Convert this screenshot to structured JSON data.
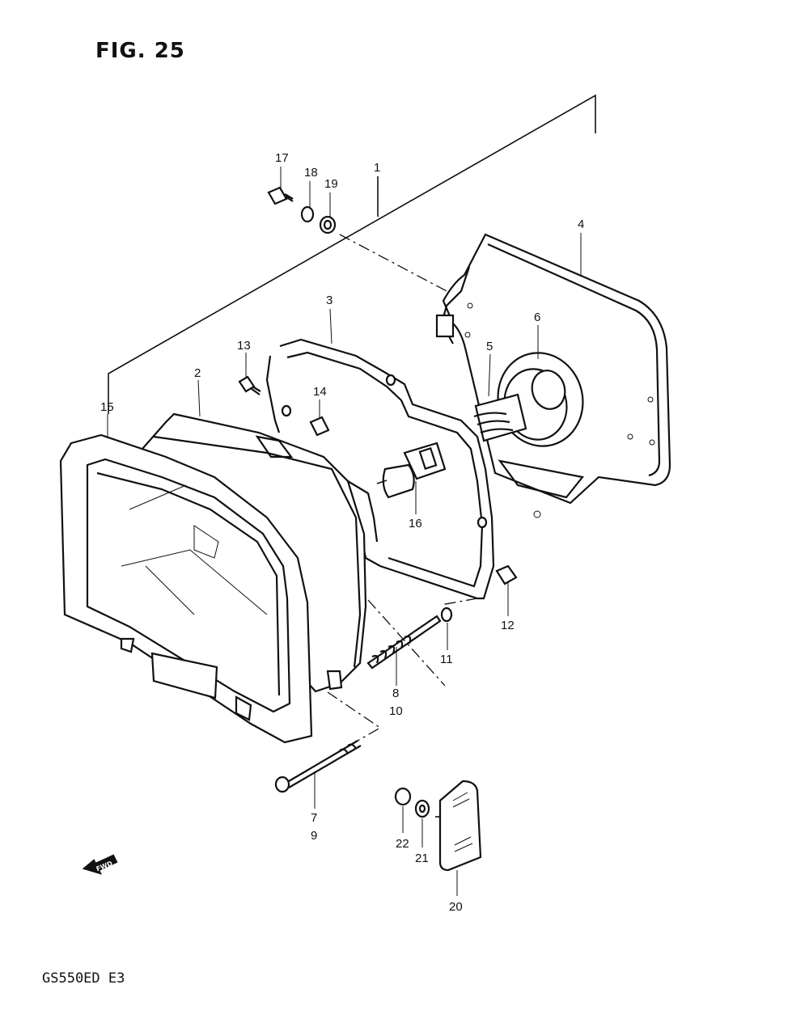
{
  "figure_title": "FIG. 25",
  "model_code": "GS550ED  E3",
  "fwd_label": "FWD",
  "callouts": {
    "c1": "1",
    "c2": "2",
    "c3": "3",
    "c4": "4",
    "c5": "5",
    "c6": "6",
    "c7": "7",
    "c8": "8",
    "c9": "9",
    "c10": "10",
    "c11": "11",
    "c12": "12",
    "c13": "13",
    "c14": "14",
    "c15": "15",
    "c16": "16",
    "c17": "17",
    "c18": "18",
    "c19": "19",
    "c20": "20",
    "c21": "21",
    "c22": "22"
  }
}
